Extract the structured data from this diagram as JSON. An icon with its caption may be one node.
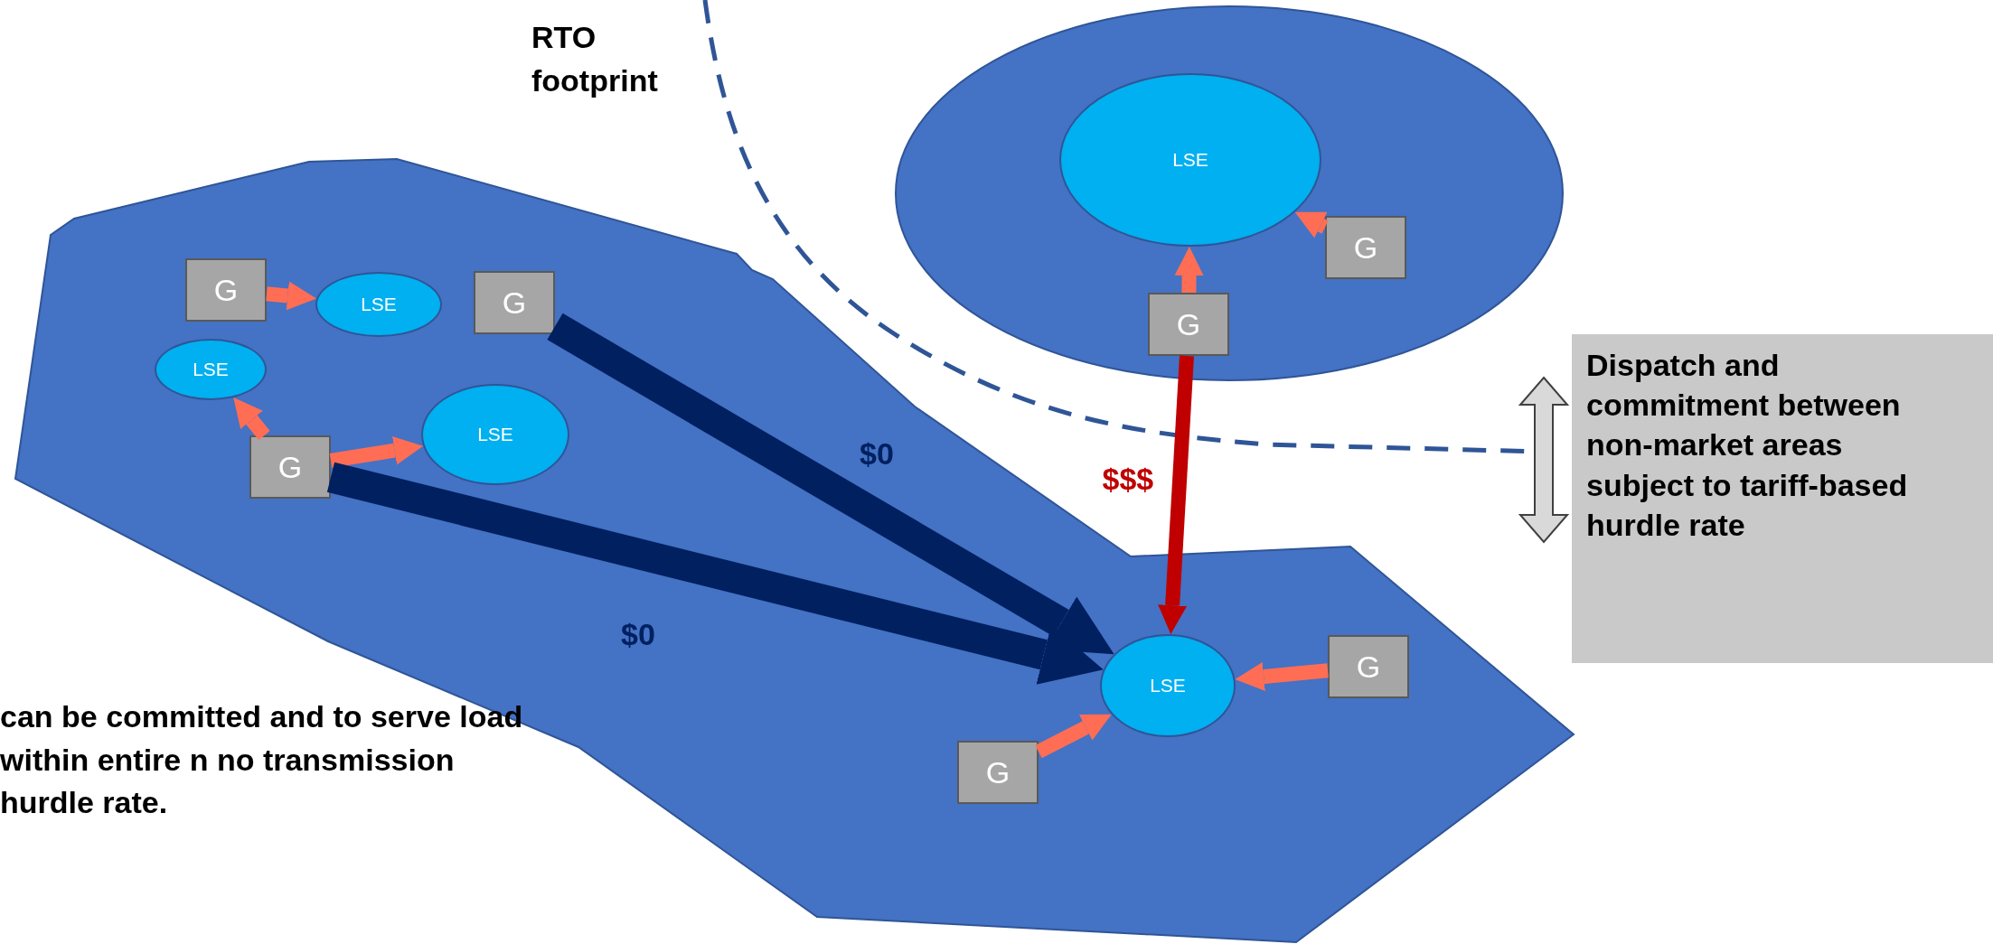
{
  "diagram": {
    "nodes": [
      {
        "text": [],
        "shape": "polygon"
      },
      {
        "text": [],
        "shape": "ellipse"
      },
      {
        "text": [
          "G"
        ],
        "in": 0
      },
      {
        "text": [
          "LSE"
        ],
        "in": 0
      },
      {
        "text": [
          "G"
        ],
        "in": 0
      },
      {
        "text": [
          "LSE"
        ],
        "in": 0
      },
      {
        "text": [
          "G"
        ],
        "in": 0
      },
      {
        "text": [
          "LSE"
        ],
        "in": 0
      },
      {
        "text": [
          "LSE"
        ],
        "in": 1
      },
      {
        "text": [
          "G"
        ],
        "in": 1
      },
      {
        "text": [
          "G"
        ],
        "in": 1
      },
      {
        "text": [
          "LSE"
        ],
        "in": 0
      },
      {
        "text": [
          "G"
        ],
        "in": 0
      },
      {
        "text": [
          "G"
        ],
        "in": 0
      },
      {
        "text": [
          "Dispatch and commitment between non-market areas subject to tariff-based hurdle rate"
        ]
      }
    ],
    "edges": [
      {
        "from": 2,
        "to": 3,
        "arrow": "to"
      },
      {
        "from": 6,
        "to": 5,
        "arrow": "to"
      },
      {
        "from": 6,
        "to": 7,
        "arrow": "to"
      },
      {
        "from": 4,
        "to": 11,
        "arrow": "to",
        "label": "$0",
        "style": "thick",
        "color": "#002060"
      },
      {
        "from": 6,
        "to": 11,
        "arrow": "to",
        "label": "$0",
        "style": "thick",
        "color": "#002060"
      },
      {
        "from": 9,
        "to": 8,
        "arrow": "to"
      },
      {
        "from": 10,
        "to": 8,
        "arrow": "to"
      },
      {
        "from": 10,
        "to": 11,
        "arrow": "to",
        "label": "$$$",
        "color": "#c00000"
      },
      {
        "from": 12,
        "to": 11,
        "arrow": "to"
      },
      {
        "from": 13,
        "to": 11,
        "arrow": "to"
      }
    ],
    "labels": [
      "RTO footprint",
      "can be committed and to serve load within entire n no transmission hurdle rate."
    ]
  }
}
